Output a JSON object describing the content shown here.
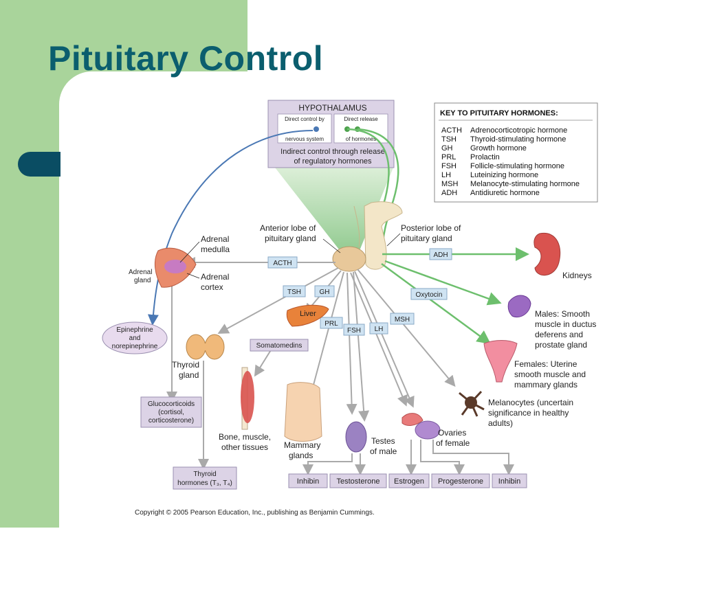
{
  "slide": {
    "title": "Pituitary Control",
    "copyright": "Copyright © 2005 Pearson Education, Inc., publishing as Benjamin Cummings."
  },
  "hypothalamus": {
    "title": "HYPOTHALAMUS",
    "direct_control_1": "Direct control by",
    "direct_control_2": "nervous system",
    "direct_release_1": "Direct release",
    "direct_release_2": "of hormones",
    "indirect_1": "Indirect control through release",
    "indirect_2": "of regulatory hormones"
  },
  "key": {
    "title": "KEY TO PITUITARY HORMONES:",
    "rows": [
      {
        "abbr": "ACTH",
        "name": "Adrenocorticotropic hormone"
      },
      {
        "abbr": "TSH",
        "name": "Thyroid-stimulating hormone"
      },
      {
        "abbr": "GH",
        "name": "Growth hormone"
      },
      {
        "abbr": "PRL",
        "name": "Prolactin"
      },
      {
        "abbr": "FSH",
        "name": "Follicle-stimulating hormone"
      },
      {
        "abbr": "LH",
        "name": "Luteinizing hormone"
      },
      {
        "abbr": "MSH",
        "name": "Melanocyte-stimulating hormone"
      },
      {
        "abbr": "ADH",
        "name": "Antidiuretic hormone"
      }
    ]
  },
  "labels": {
    "anterior_1": "Anterior lobe of",
    "anterior_2": "pituitary gland",
    "posterior_1": "Posterior lobe of",
    "posterior_2": "pituitary gland",
    "adrenal_medulla_1": "Adrenal",
    "adrenal_medulla_2": "medulla",
    "adrenal_gland_1": "Adrenal",
    "adrenal_gland_2": "gland",
    "adrenal_cortex_1": "Adrenal",
    "adrenal_cortex_2": "cortex",
    "kidneys": "Kidneys",
    "males_1": "Males: Smooth",
    "males_2": "muscle in ductus",
    "males_3": "deferens and",
    "males_4": "prostate gland",
    "females_1": "Females: Uterine",
    "females_2": "smooth muscle and",
    "females_3": "mammary glands",
    "melano_1": "Melanocytes (uncertain",
    "melano_2": "significance in healthy",
    "melano_3": "adults)",
    "thyroid_1": "Thyroid",
    "thyroid_2": "gland",
    "liver": "Liver",
    "bone_1": "Bone, muscle,",
    "bone_2": "other tissues",
    "mammary_1": "Mammary",
    "mammary_2": "glands",
    "testes_1": "Testes",
    "testes_2": "of male",
    "ovaries_1": "Ovaries",
    "ovaries_2": "of female"
  },
  "hormone_tags": {
    "acth": "ACTH",
    "tsh": "TSH",
    "gh": "GH",
    "prl": "PRL",
    "fsh": "FSH",
    "lh": "LH",
    "msh": "MSH",
    "adh": "ADH",
    "oxytocin": "Oxytocin"
  },
  "product_boxes": {
    "epinephrine_1": "Epinephrine",
    "epinephrine_2": "and",
    "epinephrine_3": "norepinephrine",
    "somatomedins": "Somatomedins",
    "gluco_1": "Glucocorticoids",
    "gluco_2": "(cortisol,",
    "gluco_3": "corticosterone)",
    "thyroid_h_1": "Thyroid",
    "thyroid_h_2": "hormones (T₃, T₄)",
    "inhibin_1": "Inhibin",
    "testosterone": "Testosterone",
    "estrogen": "Estrogen",
    "progesterone": "Progesterone",
    "inhibin_2": "Inhibin"
  },
  "colors": {
    "green_panel": "#a9d49b",
    "title": "#0b5e6e",
    "tab": "#0a4d63",
    "tag_fill": "#cfe3f2",
    "purple_fill": "#dcd3e6",
    "green_arrow": "#6dbf6d",
    "blue_arrow": "#4a78b4",
    "gray_arrow": "#a9a9a9"
  }
}
